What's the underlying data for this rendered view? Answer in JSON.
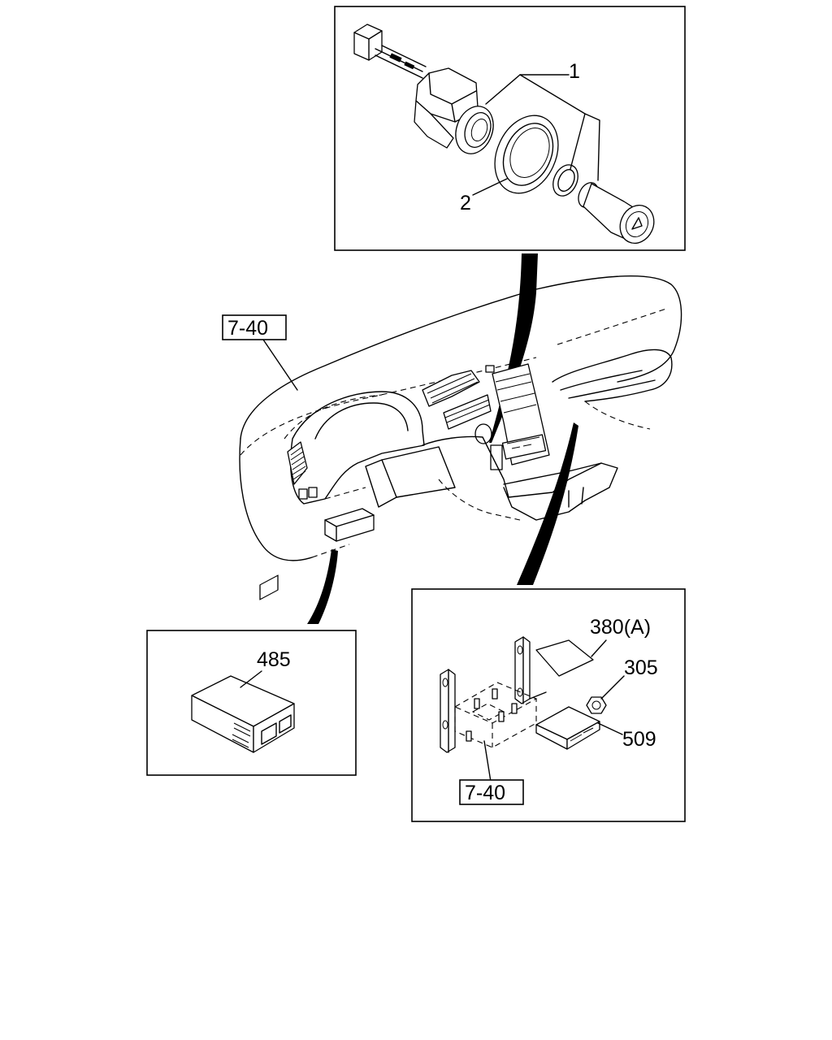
{
  "callouts": {
    "part_1": "1",
    "part_2": "2",
    "ref_dashboard": "7-40",
    "part_485": "485",
    "part_380a": "380(A)",
    "part_305": "305",
    "part_509": "509",
    "ref_bracket": "7-40"
  }
}
